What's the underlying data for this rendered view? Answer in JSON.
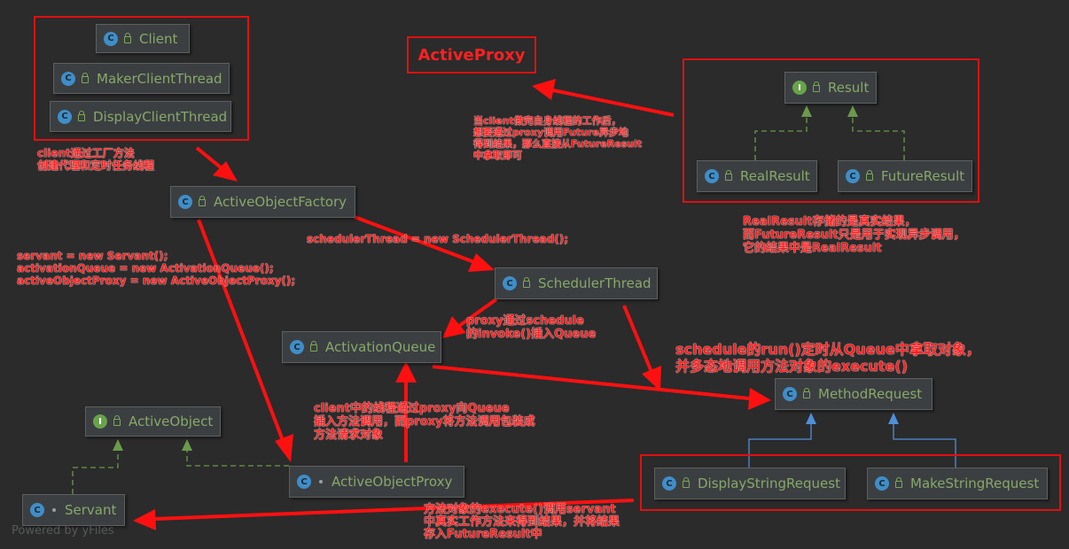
{
  "title": "ActiveProxy",
  "watermark": "Powered by yFiles",
  "colors": {
    "background": "#2b2b2b",
    "node_fill": "#3c3f41",
    "node_text": "#87a86a",
    "class_badge": "#3f8ec9",
    "interface_badge": "#68a34a",
    "annotation_red": "#ff2020",
    "realization_green": "#6a9a4a",
    "realization_blue": "#4f8fd8"
  },
  "nodes": {
    "client": {
      "label": "Client",
      "kind_letter": "C",
      "icon": "class-icon"
    },
    "maker_client_thread": {
      "label": "MakerClientThread",
      "kind_letter": "C",
      "icon": "class-icon"
    },
    "display_client_thread": {
      "label": "DisplayClientThread",
      "kind_letter": "C",
      "icon": "class-icon"
    },
    "active_object_factory": {
      "label": "ActiveObjectFactory",
      "kind_letter": "C",
      "icon": "class-icon"
    },
    "scheduler_thread": {
      "label": "SchedulerThread",
      "kind_letter": "C",
      "icon": "class-icon"
    },
    "activation_queue": {
      "label": "ActivationQueue",
      "kind_letter": "C",
      "icon": "class-icon"
    },
    "active_object": {
      "label": "ActiveObject",
      "kind_letter": "I",
      "icon": "interface-icon"
    },
    "active_object_proxy": {
      "label": "ActiveObjectProxy",
      "kind_letter": "C",
      "icon": "class-icon"
    },
    "servant": {
      "label": "Servant",
      "kind_letter": "C",
      "icon": "class-icon"
    },
    "result": {
      "label": "Result",
      "kind_letter": "I",
      "icon": "interface-icon"
    },
    "real_result": {
      "label": "RealResult",
      "kind_letter": "C",
      "icon": "class-icon"
    },
    "future_result": {
      "label": "FutureResult",
      "kind_letter": "C",
      "icon": "class-icon"
    },
    "method_request": {
      "label": "MethodRequest",
      "kind_letter": "C",
      "icon": "abstract-class-icon"
    },
    "display_string_request": {
      "label": "DisplayStringRequest",
      "kind_letter": "C",
      "icon": "class-icon"
    },
    "make_string_request": {
      "label": "MakeStringRequest",
      "kind_letter": "C",
      "icon": "class-icon"
    }
  },
  "notes": {
    "client_factory": [
      "client通过工厂方法",
      "创建代理和定时任务线程"
    ],
    "factory_init": [
      "servant = new Servant();",
      "activationQueue = new ActivationQueue();",
      "activeObjectProxy = new ActiveObjectProxy();"
    ],
    "scheduler_init": [
      "schedulerThread = new SchedulerThread();"
    ],
    "future_usage": [
      "当client做完自身线程的工作后，",
      "想要通过proxy调用Future异步地",
      "得到结果，那么直接从FutureResult",
      "中拿取即可"
    ],
    "result_explain": [
      "RealResult存储的是真实结果，",
      "而FutureResult只是用于实现异步调用，",
      "它的结果中是RealResult"
    ],
    "proxy_schedule": [
      "proxy通过schedule",
      "的invoke()插入Queue"
    ],
    "scheduler_run": [
      "schedule的run()定时从Queue中拿取对象，",
      "并多态地调用方法对象的execute()"
    ],
    "client_thread_call": [
      "client中的线程通过proxy向Queue",
      "插入方法调用，而proxy将方法调用包装成",
      "方法请求对象"
    ],
    "execute_servant": [
      "方法对象的execute()调用servant",
      "中真实工作方法来得到结果，并将结果",
      "存入FutureResult中"
    ]
  }
}
